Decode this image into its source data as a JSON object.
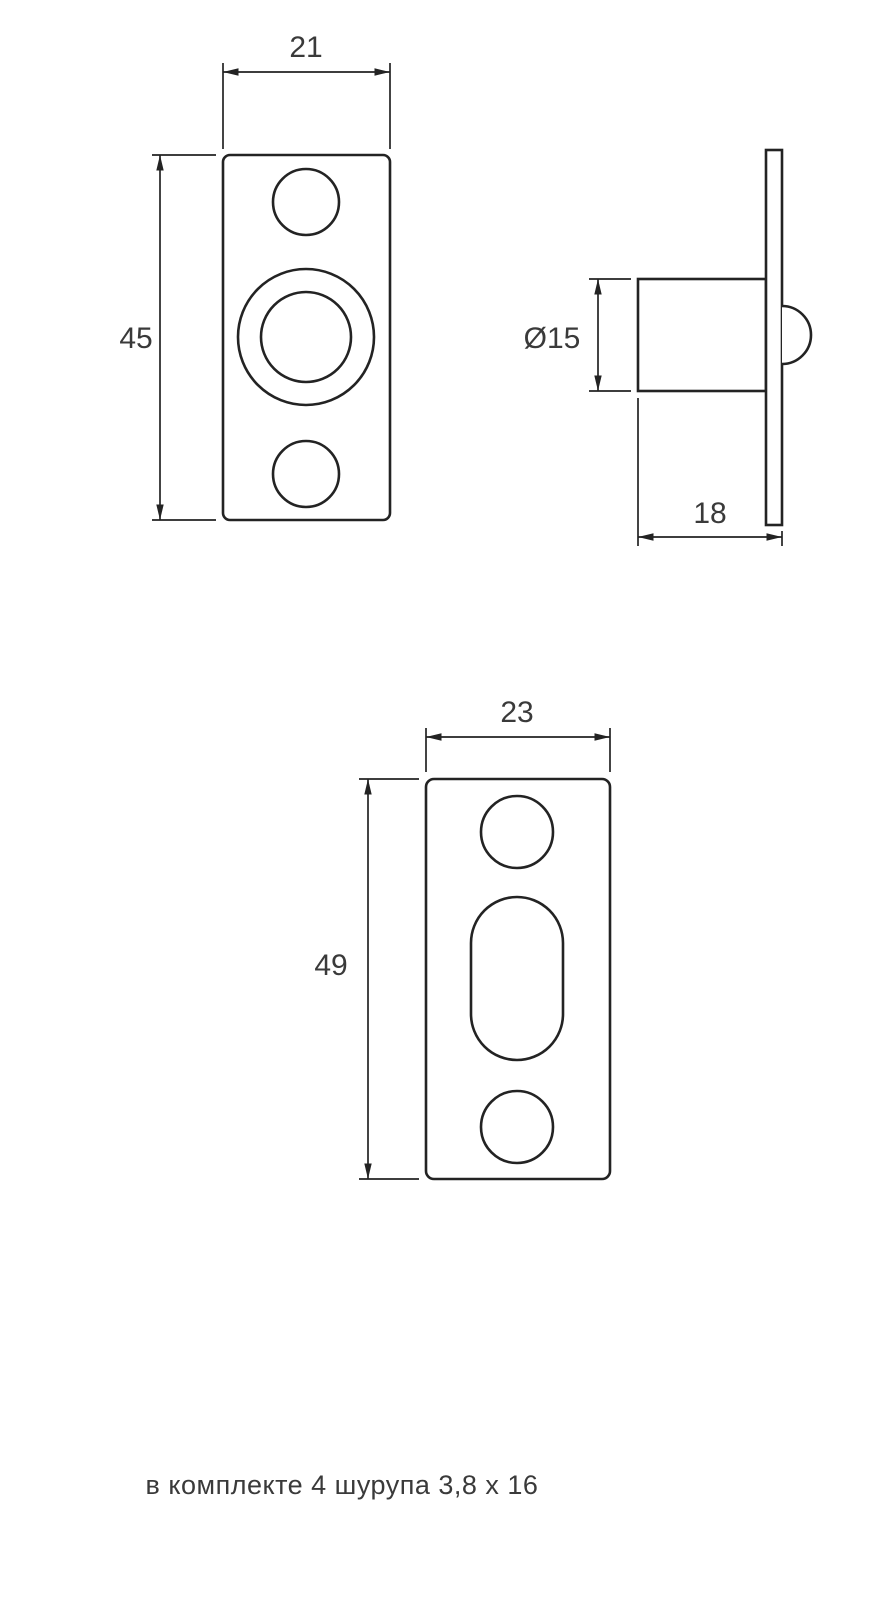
{
  "colors": {
    "line": "#232323",
    "text": "#3a3a3a",
    "background": "#ffffff"
  },
  "views": {
    "front": {
      "width_label": "21",
      "height_label": "45"
    },
    "side": {
      "diameter_label": "Ø15",
      "depth_label": "18"
    },
    "strike": {
      "width_label": "23",
      "height_label": "49"
    }
  },
  "note": "в комплекте 4 шурупа 3,8 x 16"
}
